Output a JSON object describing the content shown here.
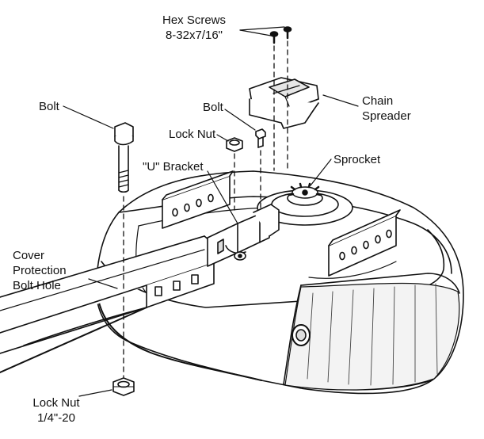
{
  "labels": {
    "hex_screws": {
      "line1": "Hex Screws",
      "line2": "8-32x7/16\""
    },
    "chain_spreader": {
      "line1": "Chain",
      "line2": "Spreader"
    },
    "bolt_small": "Bolt",
    "lock_nut_top": "Lock Nut",
    "bolt_large": "Bolt",
    "u_bracket": "\"U\" Bracket",
    "sprocket": "Sprocket",
    "cover_protection": {
      "line1": "Cover",
      "line2": "Protection",
      "line3": "Bolt Hole"
    },
    "lock_nut_bottom": {
      "line1": "Lock Nut",
      "line2": "1/4\"-20"
    }
  },
  "colors": {
    "stroke": "#111111",
    "fill": "#ffffff",
    "shade": "#e6e6e6",
    "dark": "#555555"
  }
}
